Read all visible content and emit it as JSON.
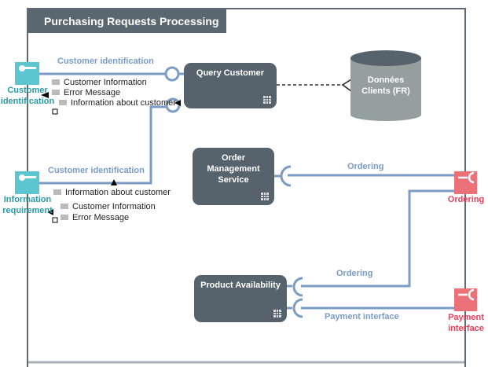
{
  "title": "Purchasing Requests Processing",
  "components": {
    "query_customer": "Query Customer",
    "order_management": [
      "Order",
      "Management",
      "Service"
    ],
    "product_availability": "Product Availability"
  },
  "datastore": {
    "line1": "Données",
    "line2": "Clients (FR)"
  },
  "ports": {
    "customer_identification": [
      "Customer",
      "identification"
    ],
    "information_requirement": [
      "Information",
      "requirement"
    ],
    "ordering": "Ordering",
    "payment_interface": [
      "Payment",
      "interface"
    ]
  },
  "connectors": {
    "customer_identification_top": "Customer identification",
    "customer_identification_mid": "Customer identification",
    "ordering_top": "Ordering",
    "ordering_bottom": "Ordering",
    "payment_interface": "Payment interface"
  },
  "messages_top": [
    "Customer Information",
    "Error Message",
    "Information about customer"
  ],
  "messages_mid": [
    "Information about customer",
    "Customer Information",
    "Error Message"
  ],
  "colors": {
    "provided_port": "#5bc5d0",
    "required_port": "#eb7078",
    "component": "#56636c",
    "connector": "#7b9cc4"
  }
}
